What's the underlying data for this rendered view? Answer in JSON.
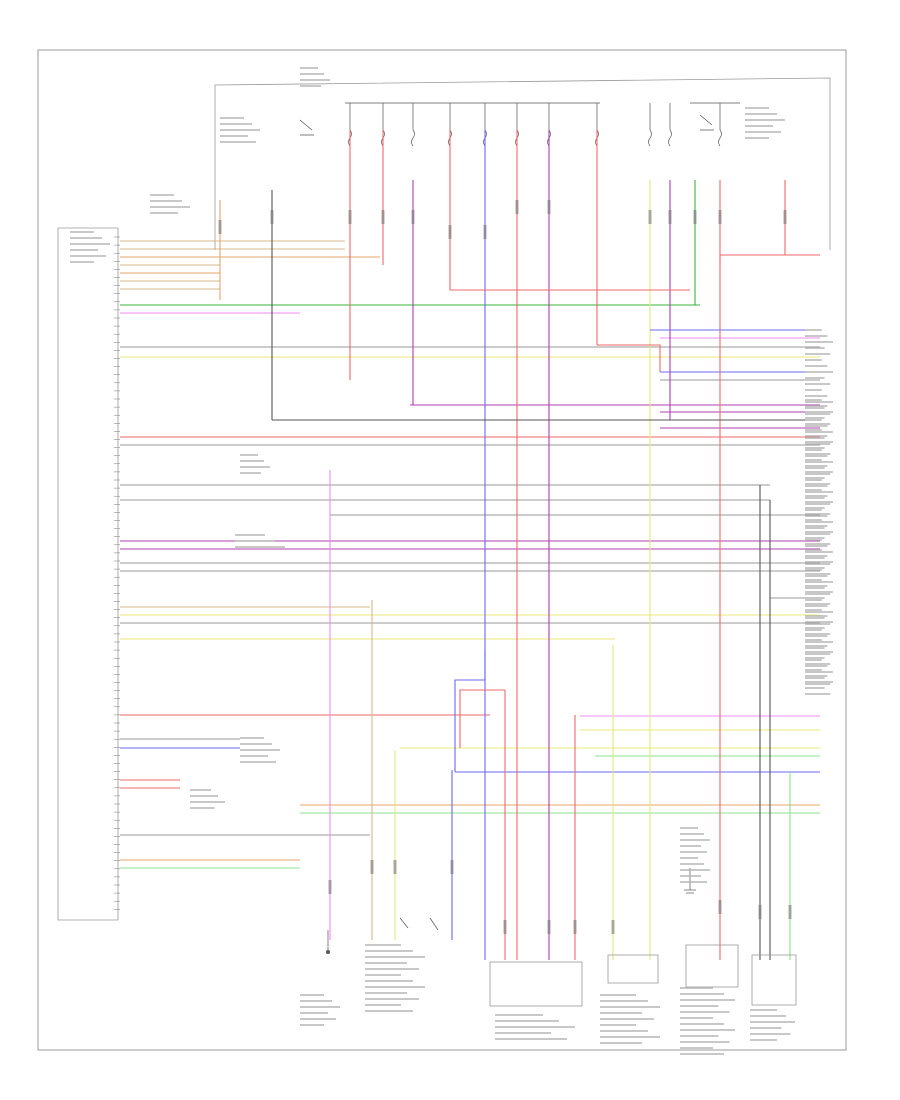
{
  "diagram": {
    "footer_code": "",
    "wire_colors": {
      "red": "#f26a6a",
      "pink": "#f08cf0",
      "magenta": "#b23cb2",
      "blue": "#6a6af0",
      "yellow": "#e8e87a",
      "green": "#39b339",
      "light_green": "#8ce28c",
      "gray": "#9a9a9a",
      "dark": "#555555",
      "tan": "#d9b88a",
      "orange": "#e8a46a"
    },
    "components": [
      {
        "id": "ecm",
        "label": ""
      },
      {
        "id": "engine-speed-sensor",
        "label": ""
      },
      {
        "id": "knock-sensor",
        "label": ""
      },
      {
        "id": "ignition-coil",
        "label": ""
      },
      {
        "id": "map-sensor",
        "label": ""
      },
      {
        "id": "throttle-unit",
        "label": ""
      },
      {
        "id": "fuse-relay-box",
        "label": ""
      }
    ]
  }
}
